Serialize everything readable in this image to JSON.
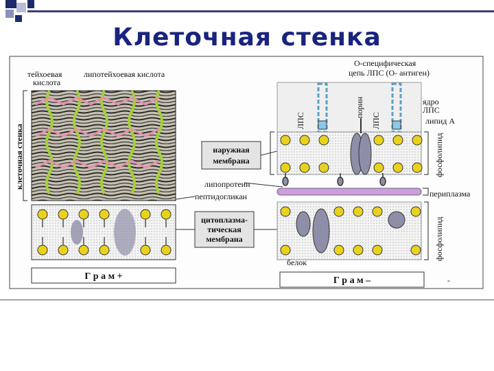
{
  "slide": {
    "title": "Клеточная стенка"
  },
  "diagram": {
    "labels": {
      "teichoic": "тейхоевая",
      "acid": "кислота",
      "lipoteichoic": "липотейхоевая  кислота",
      "cell_wall": "клеточная стенка",
      "outer_membrane_1": "наружная",
      "outer_membrane_2": "мембрана",
      "lipoprotein": "липопротеин",
      "peptidoglycan": "пептидогликан",
      "cytoplasmic_1": "цитоплазма-",
      "cytoplasmic_2": "тическая",
      "cytoplasmic_3": "мембрана",
      "o_specific_1": "О-специфическая",
      "o_specific_2": "цепь ЛПС (О- антиген)",
      "core_1": "ядро",
      "core_2": "ЛПС",
      "lipid_a": "липид А",
      "porin": "порин",
      "lps_left": "ЛПС",
      "lps_right": "ЛПС",
      "phospholipid_top": "фосфолипид",
      "periplasm": "периплазма",
      "phospholipid_bottom": "фосфолипид",
      "protein": "белок",
      "gram_pos": "Г р а м +",
      "gram_neg": "Г р а м –",
      "dash": "-"
    },
    "colors": {
      "lipid_head": "#e8d21e",
      "lipid_tail": "#555555",
      "teichoic": "#a3cf3a",
      "lipoteichoic": "#e58fb2",
      "periplasm": "#c9a0d8",
      "protein": "#8e8ea8",
      "lps_chain": "#5aa0c8",
      "title": "#1a237e"
    }
  }
}
